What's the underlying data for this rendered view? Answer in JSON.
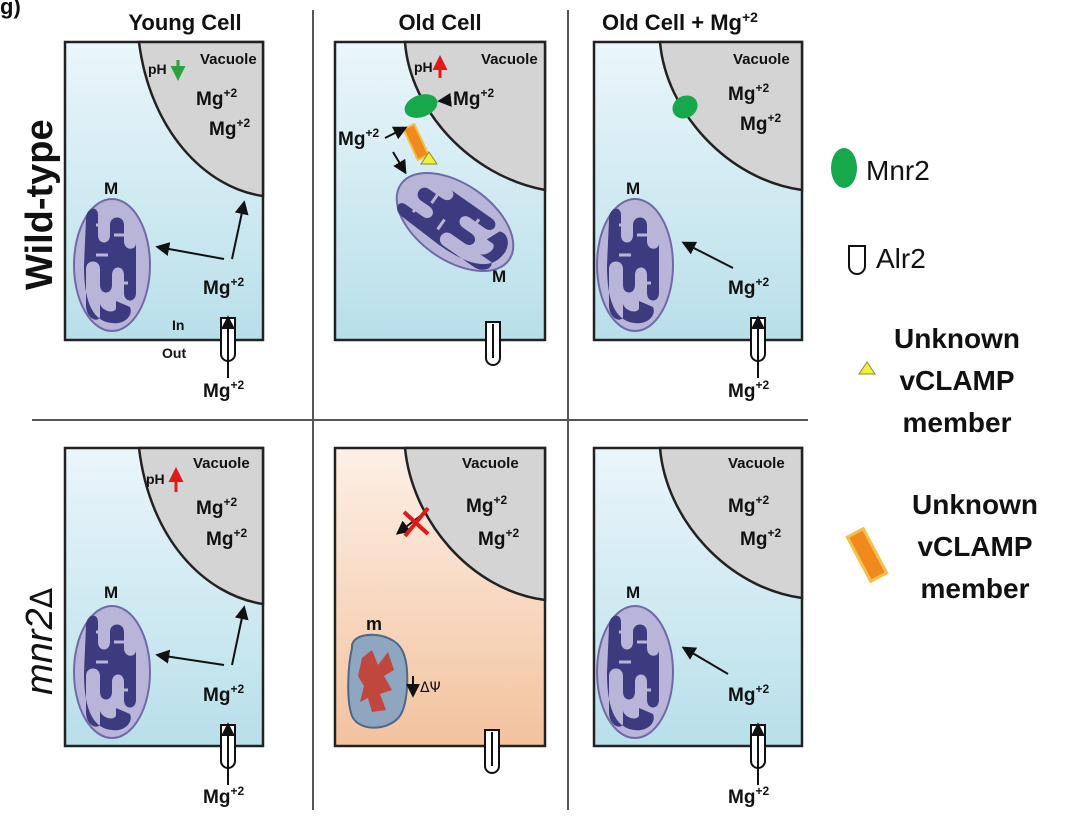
{
  "panel_letter": "g)",
  "columns": [
    "Young Cell",
    "Old Cell",
    "Old Cell + Mg",
    "+2"
  ],
  "rows": [
    "Wild-type",
    "mnr2",
    "Δ"
  ],
  "text": {
    "vacuole": "Vacuole",
    "mg": "Mg",
    "charge": "+2",
    "ph": "pH",
    "in": "In",
    "out": "Out",
    "mito_big": "M",
    "mito_small": "m",
    "delta_psi": "ΔΨ"
  },
  "legend": {
    "mnr2": "Mnr2",
    "alr2": "Alr2",
    "unknown": "Unknown",
    "vclamp": "vCLAMP",
    "member": "member"
  },
  "colors": {
    "cell_fill": "#c5e6ee",
    "cell_fill_stressed": "#f6ccb0",
    "vacuole_fill": "#d4d4d4",
    "mito_outer": "#b9b5d9",
    "mito_inner": "#3d3b80",
    "mito_damaged_inner": "#c0473e",
    "mnr2_green": "#16a84a",
    "vclamp_orange": "#f08a1c",
    "vclamp_yellow": "#f1ef3c",
    "ph_up_red": "#e01919",
    "ph_down_green": "#2da040"
  }
}
